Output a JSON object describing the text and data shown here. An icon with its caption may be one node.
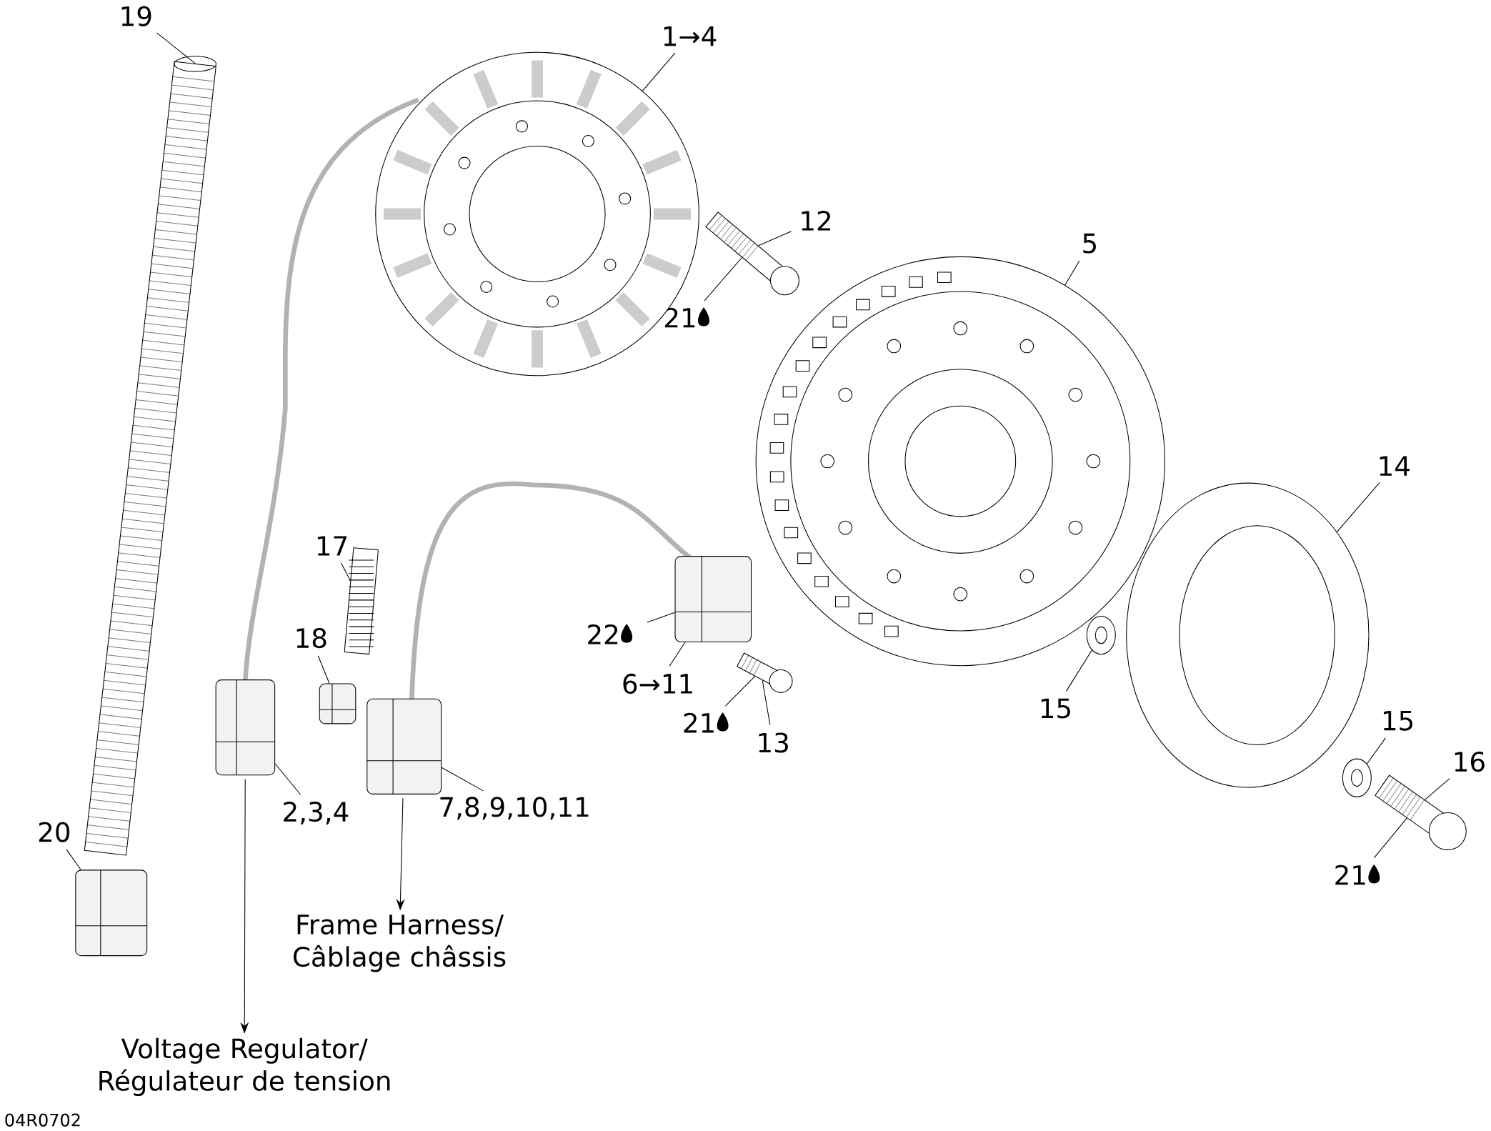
{
  "diagram": {
    "nodes": [
      {
        "text": [
          "19"
        ]
      },
      {
        "text": [
          "1→4"
        ]
      },
      {
        "text": [
          "12"
        ]
      },
      {
        "text": [
          "5"
        ]
      },
      {
        "text": [
          "21"
        ]
      },
      {
        "text": [
          "14"
        ]
      },
      {
        "text": [
          "17"
        ]
      },
      {
        "text": [
          "22"
        ]
      },
      {
        "text": [
          "18"
        ]
      },
      {
        "text": [
          "6→11"
        ]
      },
      {
        "text": [
          "21"
        ]
      },
      {
        "text": [
          "13"
        ]
      },
      {
        "text": [
          "15"
        ]
      },
      {
        "text": [
          "15"
        ]
      },
      {
        "text": [
          "16"
        ]
      },
      {
        "text": [
          "2,3,4"
        ]
      },
      {
        "text": [
          "7,8,9,10,11"
        ]
      },
      {
        "text": [
          "20"
        ]
      },
      {
        "text": [
          "21"
        ]
      },
      {
        "text": [
          "Frame Harness/ Câblage châssis"
        ]
      },
      {
        "text": [
          "Voltage Regulator/ Régulateur de tension"
        ]
      },
      {
        "text": [],
        "shape": "picture"
      },
      {
        "text": [],
        "shape": "picture"
      },
      {
        "text": [],
        "shape": "picture"
      },
      {
        "text": [],
        "shape": "picture"
      },
      {
        "text": [],
        "shape": "picture"
      },
      {
        "text": [],
        "shape": "picture"
      },
      {
        "text": [],
        "shape": "picture"
      },
      {
        "text": [],
        "shape": "picture"
      },
      {
        "text": [],
        "shape": "picture"
      },
      {
        "text": [],
        "shape": "picture"
      },
      {
        "text": [],
        "shape": "picture"
      },
      {
        "text": [],
        "shape": "picture"
      },
      {
        "text": [],
        "shape": "picture"
      },
      {
        "text": [],
        "shape": "picture"
      },
      {
        "text": [],
        "shape": "picture"
      }
    ],
    "edges": [
      {
        "from": 0,
        "to": 21,
        "arrow": "none"
      },
      {
        "from": 1,
        "to": 22,
        "arrow": "none"
      },
      {
        "from": 2,
        "to": 23,
        "arrow": "none"
      },
      {
        "from": 3,
        "to": 24,
        "arrow": "none"
      },
      {
        "from": 4,
        "to": 23,
        "arrow": "none"
      },
      {
        "from": 5,
        "to": 25,
        "arrow": "none"
      },
      {
        "from": 6,
        "to": 26,
        "arrow": "none"
      },
      {
        "from": 7,
        "to": 27,
        "arrow": "none"
      },
      {
        "from": 8,
        "to": 28,
        "arrow": "none"
      },
      {
        "from": 9,
        "to": 27,
        "arrow": "none"
      },
      {
        "from": 10,
        "to": 29,
        "arrow": "none"
      },
      {
        "from": 11,
        "to": 29,
        "arrow": "none"
      },
      {
        "from": 12,
        "to": 30,
        "arrow": "none"
      },
      {
        "from": 13,
        "to": 31,
        "arrow": "none"
      },
      {
        "from": 14,
        "to": 32,
        "arrow": "none"
      },
      {
        "from": 15,
        "to": 33,
        "arrow": "none"
      },
      {
        "from": 16,
        "to": 34,
        "arrow": "none"
      },
      {
        "from": 17,
        "to": 35,
        "arrow": "none"
      },
      {
        "from": 18,
        "to": 32,
        "arrow": "none"
      },
      {
        "from": 34,
        "to": 19,
        "arrow": "to"
      },
      {
        "from": 33,
        "to": 20,
        "arrow": "to"
      }
    ],
    "labels": [
      "04R0702"
    ]
  }
}
